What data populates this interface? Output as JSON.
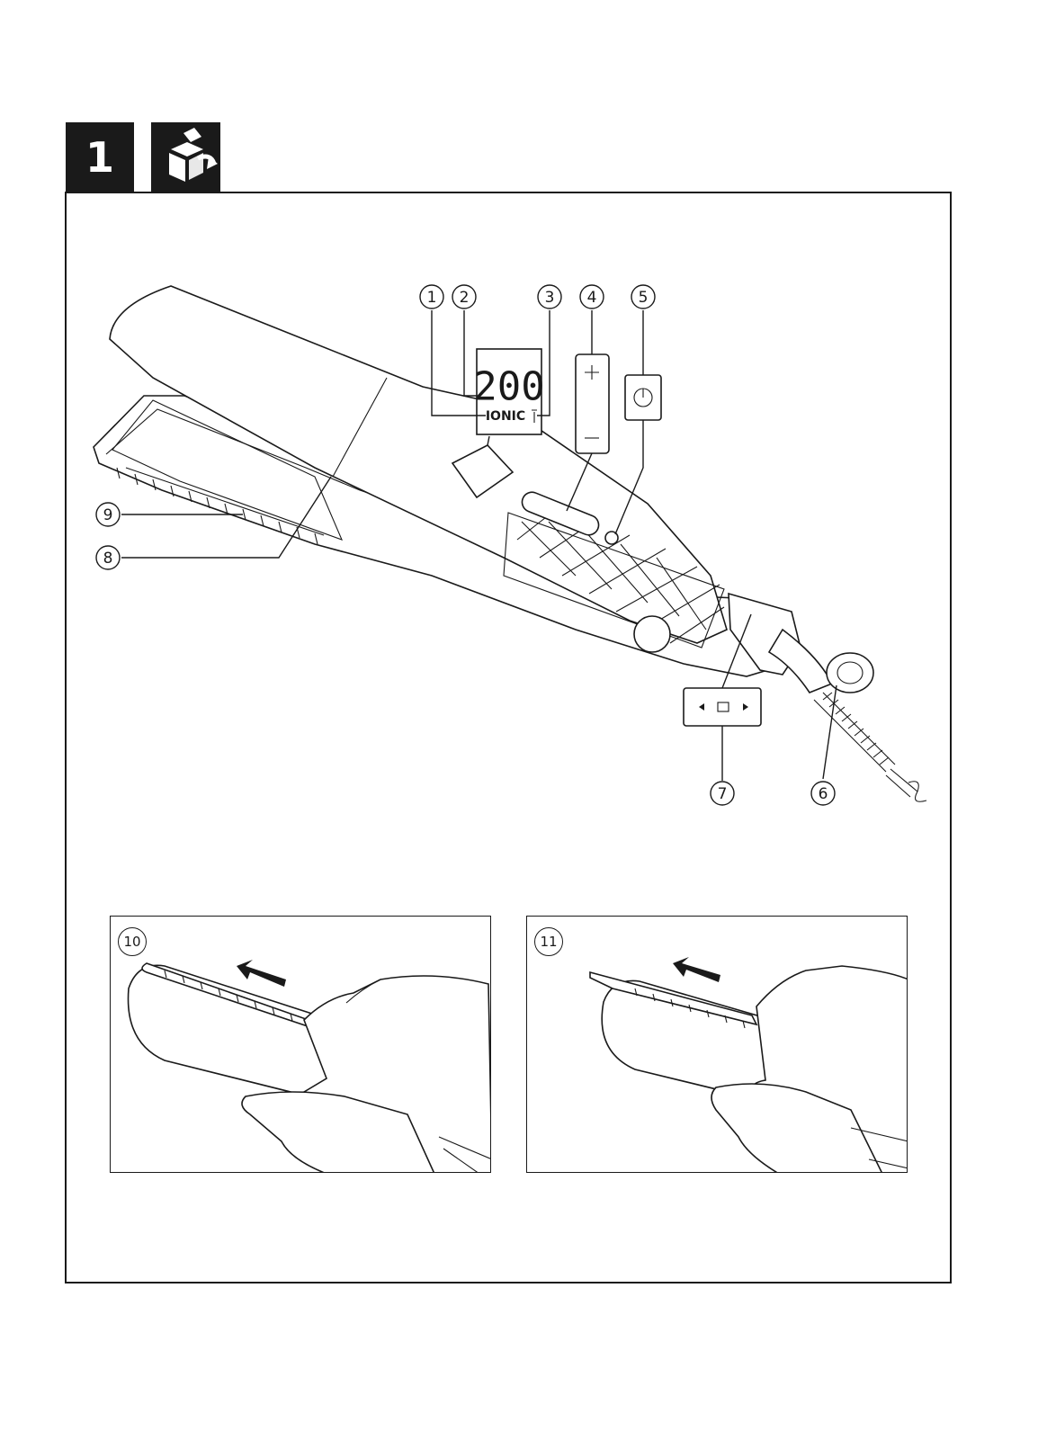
{
  "header": {
    "step_number": "1",
    "unbox_icon": "unbox-icon"
  },
  "display": {
    "temperature": "200",
    "ionic_label": "IONIC"
  },
  "callouts": {
    "c1": "1",
    "c2": "2",
    "c3": "3",
    "c4": "4",
    "c5": "5",
    "c6": "6",
    "c7": "7",
    "c8": "8",
    "c9": "9"
  },
  "panels": {
    "p10": "10",
    "p11": "11"
  },
  "icons": {
    "plus": "plus-icon",
    "minus": "minus-icon",
    "power": "power-icon",
    "lock_slider": "lock-slider-icon",
    "arrow": "arrow-left-icon"
  }
}
